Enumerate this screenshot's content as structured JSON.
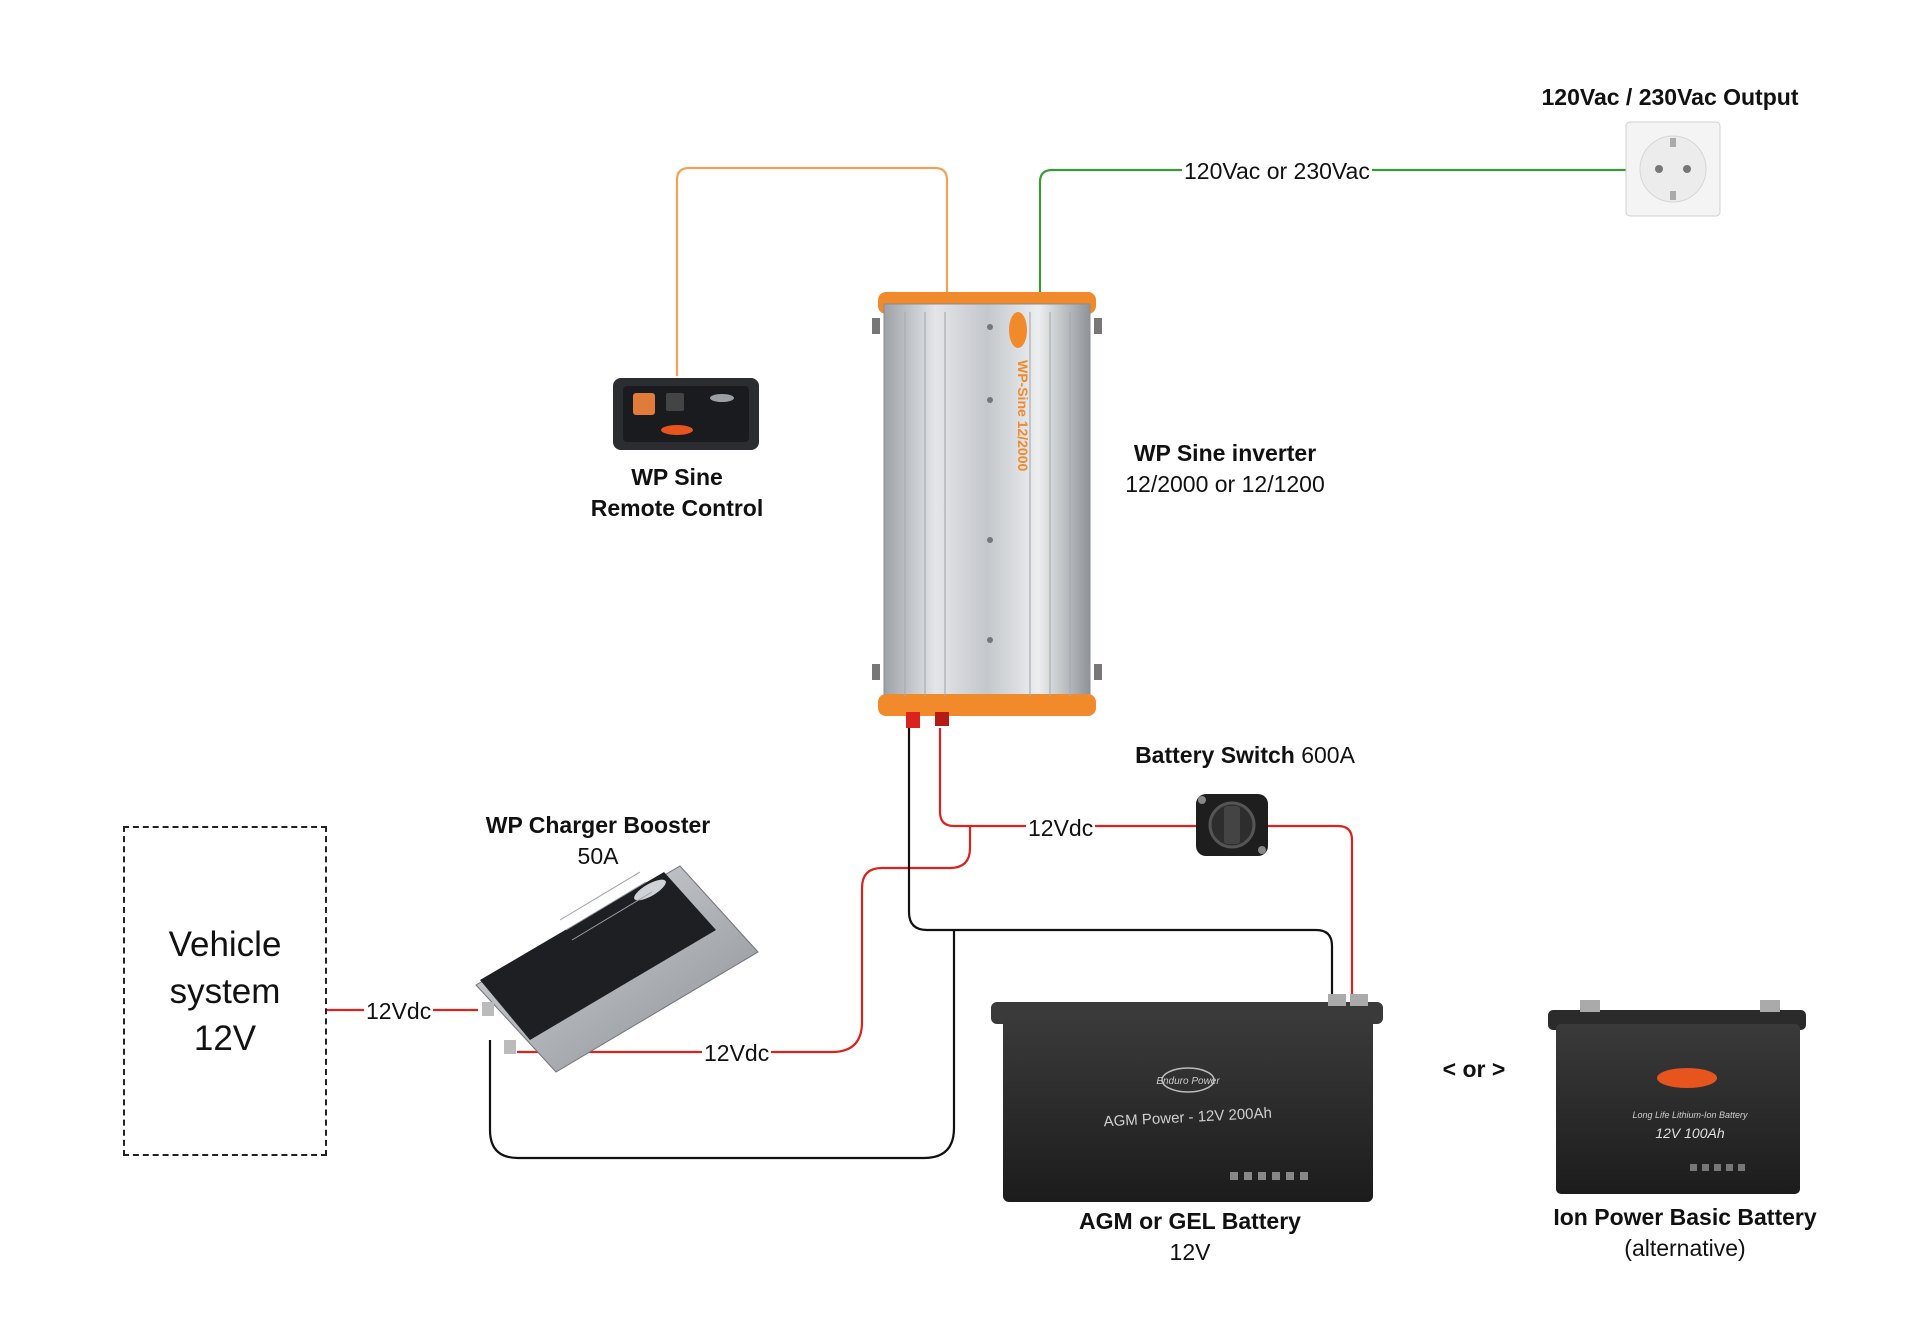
{
  "labels": {
    "output_title": "120Vac / 230Vac Output",
    "remote_line1": "WP Sine",
    "remote_line2": "Remote Control",
    "inverter_title": "WP Sine inverter",
    "inverter_sub": "12/2000 or 12/1200",
    "switch_title": "Battery Switch",
    "switch_rating": "600A",
    "booster_title": "WP Charger Booster",
    "booster_rating": "50A",
    "vehicle_line1": "Vehicle",
    "vehicle_line2": "system",
    "vehicle_line3": "12V",
    "agm_title": "AGM or GEL Battery",
    "agm_sub": "12V",
    "or_label": "< or >",
    "lithium_title": "Ion Power Basic Battery",
    "lithium_sub": "(alternative)"
  },
  "wires": {
    "ac_output": "120Vac or 230Vac",
    "dc_switch": "12Vdc",
    "dc_vehicle": "12Vdc",
    "dc_booster_out": "12Vdc"
  },
  "device_text": {
    "inverter_brand": "WP-Sine 12/2000",
    "agm_model": "AGM Power - 12V 200Ah",
    "lithium_model": "12V 100Ah",
    "lithium_sub": "Long Life Lithium-Ion Battery",
    "brand": "Enduro Power"
  },
  "colors": {
    "dc_positive": "#d9231c",
    "dc_negative": "#111111",
    "ac_line": "#3a9a3a",
    "remote_cable": "#f0a256",
    "inverter_orange": "#f08a2a",
    "inverter_body": "#c9ccd0",
    "battery_body": "#2a2a2a"
  }
}
